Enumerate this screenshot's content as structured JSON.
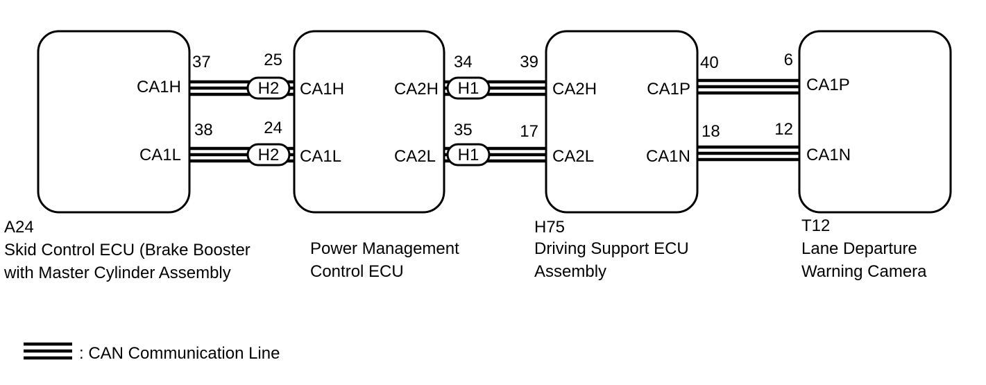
{
  "ecus": [
    {
      "code": "A24",
      "name_lines": [
        "Skid Control ECU (Brake Booster",
        "with Master Cylinder Assembly"
      ],
      "terminals": [
        "CA1H",
        "CA1L"
      ]
    },
    {
      "code": "",
      "name_lines": [
        "Power Management",
        "Control ECU"
      ],
      "terminals_left": [
        "CA1H",
        "CA1L"
      ],
      "terminals_right": [
        "CA2H",
        "CA2L"
      ]
    },
    {
      "code": "H75",
      "name_lines": [
        "Driving Support ECU",
        "Assembly"
      ],
      "terminals_left": [
        "CA2H",
        "CA2L"
      ],
      "terminals_right": [
        "CA1P",
        "CA1N"
      ]
    },
    {
      "code": "T12",
      "name_lines": [
        "Lane Departure",
        "Warning Camera"
      ],
      "terminals": [
        "CA1P",
        "CA1N"
      ]
    }
  ],
  "links": [
    {
      "pins_top": [
        "37",
        "25"
      ],
      "pins_bottom": [
        "38",
        "24"
      ],
      "connector": "H2"
    },
    {
      "pins_top": [
        "34",
        "39"
      ],
      "pins_bottom": [
        "35",
        "17"
      ],
      "connector": "H1"
    },
    {
      "pins_top": [
        "40",
        "6"
      ],
      "pins_bottom": [
        "18",
        "12"
      ],
      "connector": ""
    }
  ],
  "legend": {
    "label": ": CAN Communication Line"
  }
}
